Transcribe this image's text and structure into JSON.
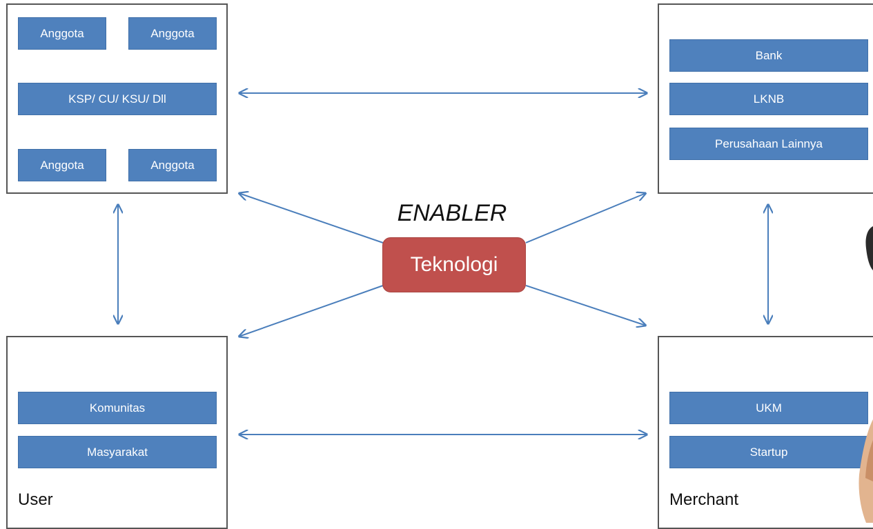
{
  "colors": {
    "block_fill": "#4f81bd",
    "arrow_stroke": "#4a7ebb",
    "center_fill": "#c0504d",
    "frame_border": "#555555"
  },
  "top_left": {
    "members": [
      "Anggota",
      "Anggota",
      "Anggota",
      "Anggota"
    ],
    "hub": "KSP/ CU/ KSU/ Dll"
  },
  "top_right": {
    "items": [
      "Bank",
      "LKNB",
      "Perusahaan Lainnya"
    ]
  },
  "bottom_left": {
    "items": [
      "Komunitas",
      "Masyarakat"
    ],
    "caption": "User"
  },
  "bottom_right": {
    "items": [
      "UKM",
      "Startup"
    ],
    "caption": "Merchant"
  },
  "center": {
    "enabler_label": "ENABLER",
    "technology_label": "Teknologi"
  }
}
